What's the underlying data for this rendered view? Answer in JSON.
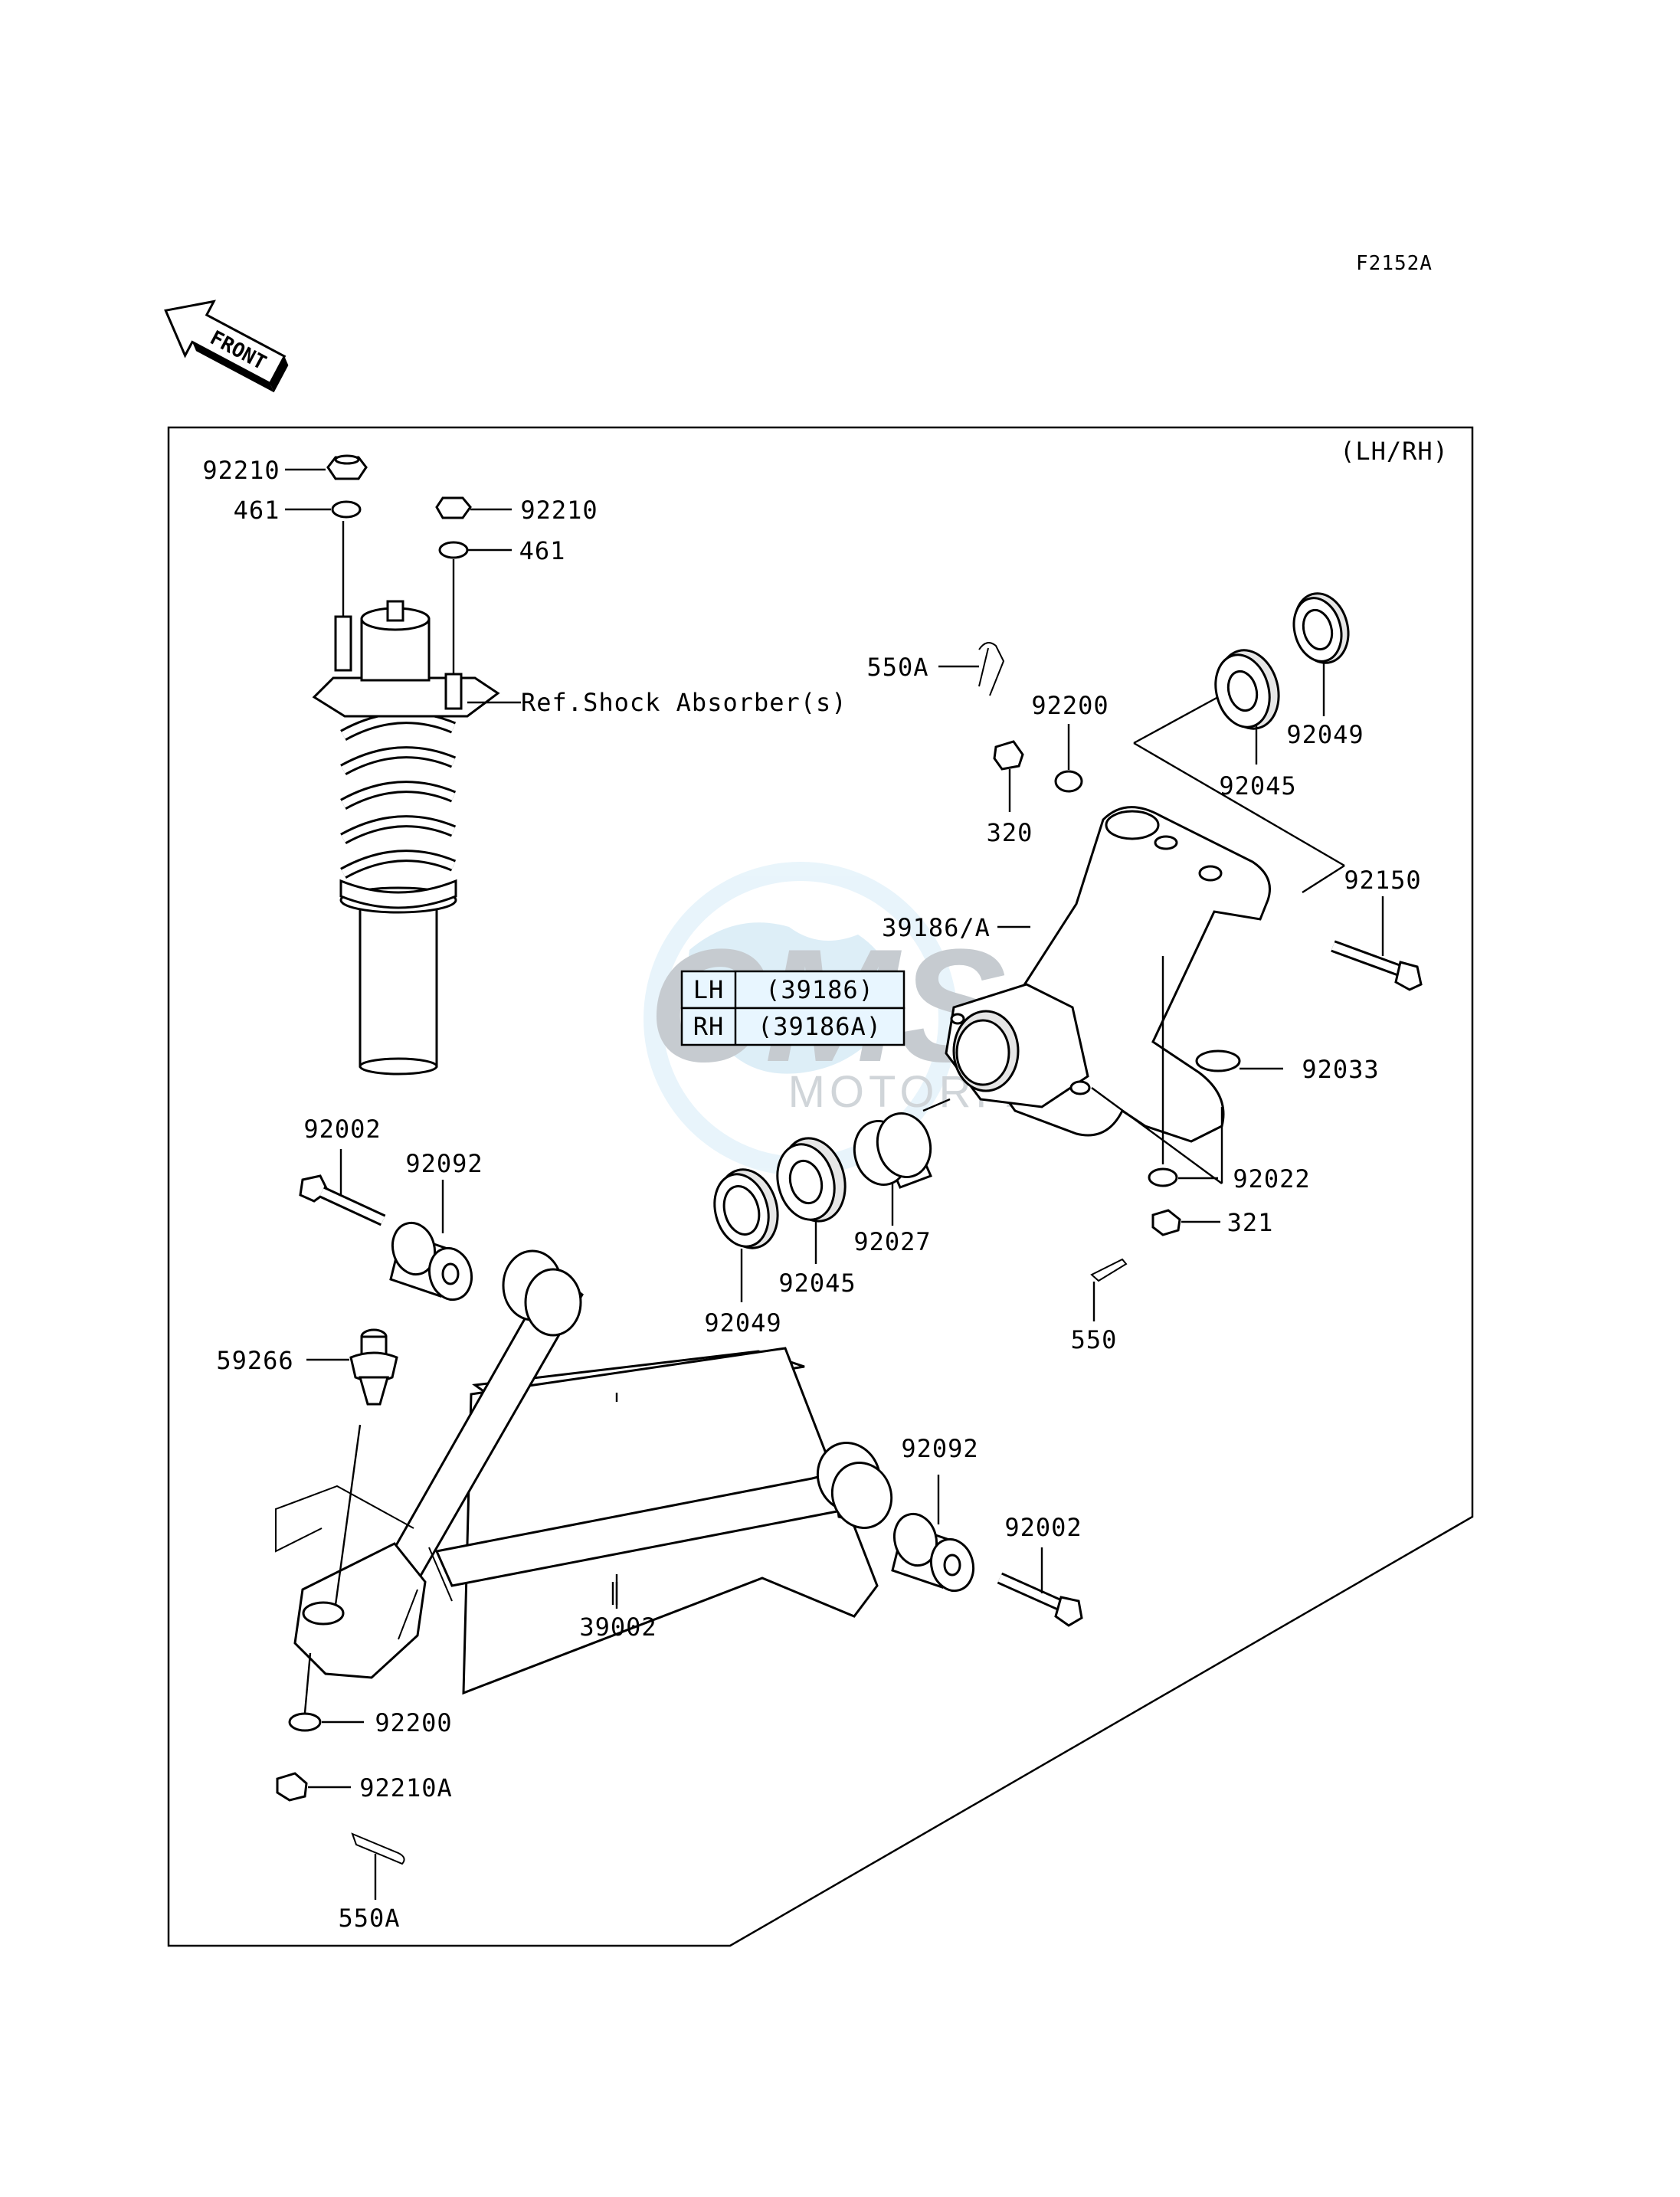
{
  "figure_code": "F2152A",
  "front_badge": "FRONT",
  "side_note": "(LH/RH)",
  "reference_note": "Ref.Shock Absorber(s)",
  "watermark": {
    "brand": "CMS",
    "text": "MOTORPARTS"
  },
  "variant_table": {
    "rows": [
      {
        "side": "LH",
        "part": "(39186)"
      },
      {
        "side": "RH",
        "part": "(39186A)"
      }
    ],
    "row_fill": "#e8f6ff"
  },
  "callouts": {
    "nut_top_left": "92210",
    "washer_top_left": "461",
    "nut_top_mid": "92210",
    "washer_top_mid": "461",
    "cotter_pin_upper": "550A",
    "washer_upper": "92200",
    "castle_nut_upper": "320",
    "bearing_upper": "92045",
    "seal_upper": "92049",
    "knuckle": "39186/A",
    "bolt_knuckle": "92150",
    "circlip": "92033",
    "washer_knuckle": "92022",
    "nut_knuckle": "321",
    "cotter_pin_mid": "550",
    "spacer": "92027",
    "bearing_lower": "92045",
    "seal_lower": "92049",
    "bolt_left": "92002",
    "bushing_left": "92092",
    "ball_joint": "59266",
    "bushing_right": "92092",
    "bolt_right": "92002",
    "a_arm": "39002",
    "washer_bottom": "92200",
    "castle_nut_bottom": "92210A",
    "cotter_pin_bottom": "550A"
  }
}
